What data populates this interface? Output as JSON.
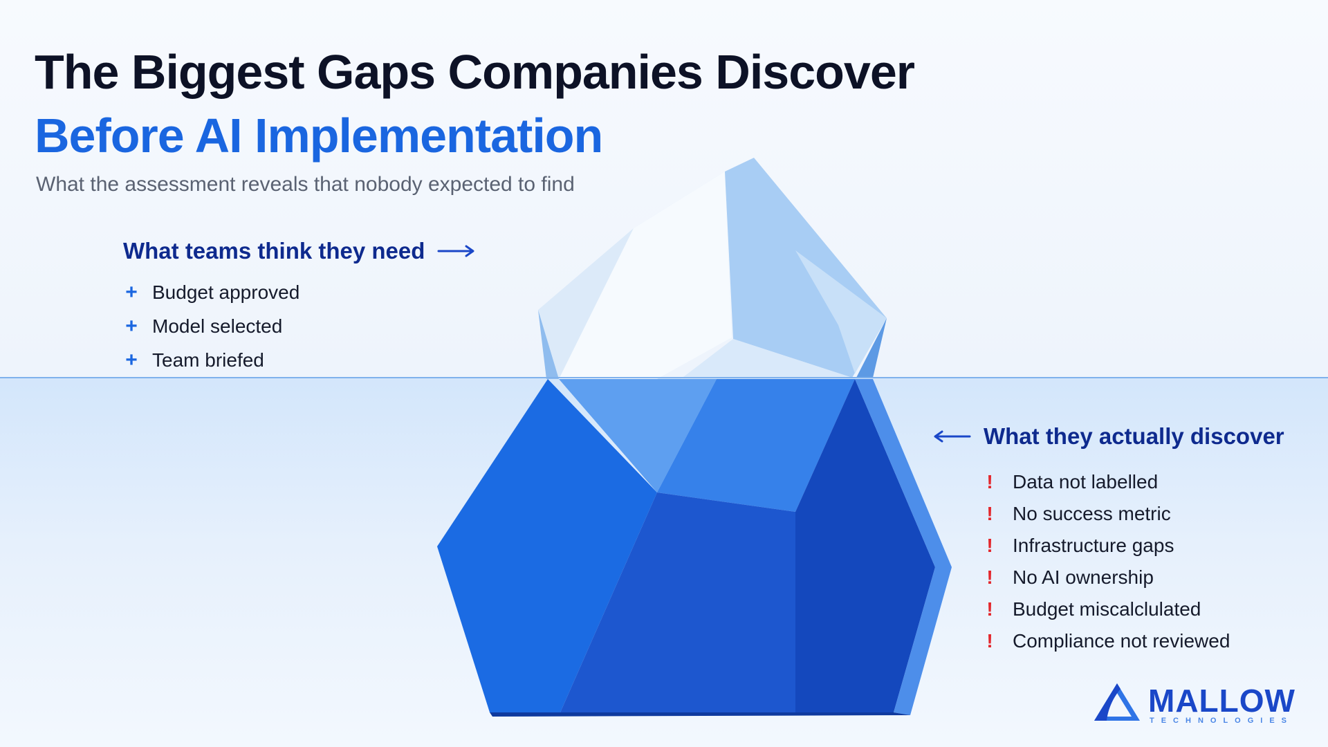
{
  "header": {
    "title_line1": "The Biggest Gaps Companies Discover",
    "title_line2": "Before AI Implementation",
    "subtitle": "What the assessment reveals that nobody expected to find"
  },
  "above_water": {
    "heading": "What teams think they need",
    "items": [
      "Budget approved",
      "Model selected",
      "Team briefed"
    ]
  },
  "below_water": {
    "heading": "What they actually discover",
    "items": [
      "Data not labelled",
      "No success metric",
      "Infrastructure gaps",
      "No AI ownership",
      "Budget miscalclulated",
      "Compliance not reviewed"
    ]
  },
  "icons": {
    "above_item": "plus-icon",
    "below_item": "exclamation-icon",
    "above_arrow": "arrow-right-icon",
    "below_arrow": "arrow-left-icon"
  },
  "logo": {
    "name": "MALLOW",
    "tagline": "TECHNOLOGIES"
  },
  "colors": {
    "title_dark": "#0d1226",
    "title_accent": "#1a66e0",
    "heading_navy": "#0e2a8e",
    "plus_blue": "#1a66e0",
    "exclaim_red": "#e3262c",
    "iceberg_deep": "#1b5fd6"
  }
}
